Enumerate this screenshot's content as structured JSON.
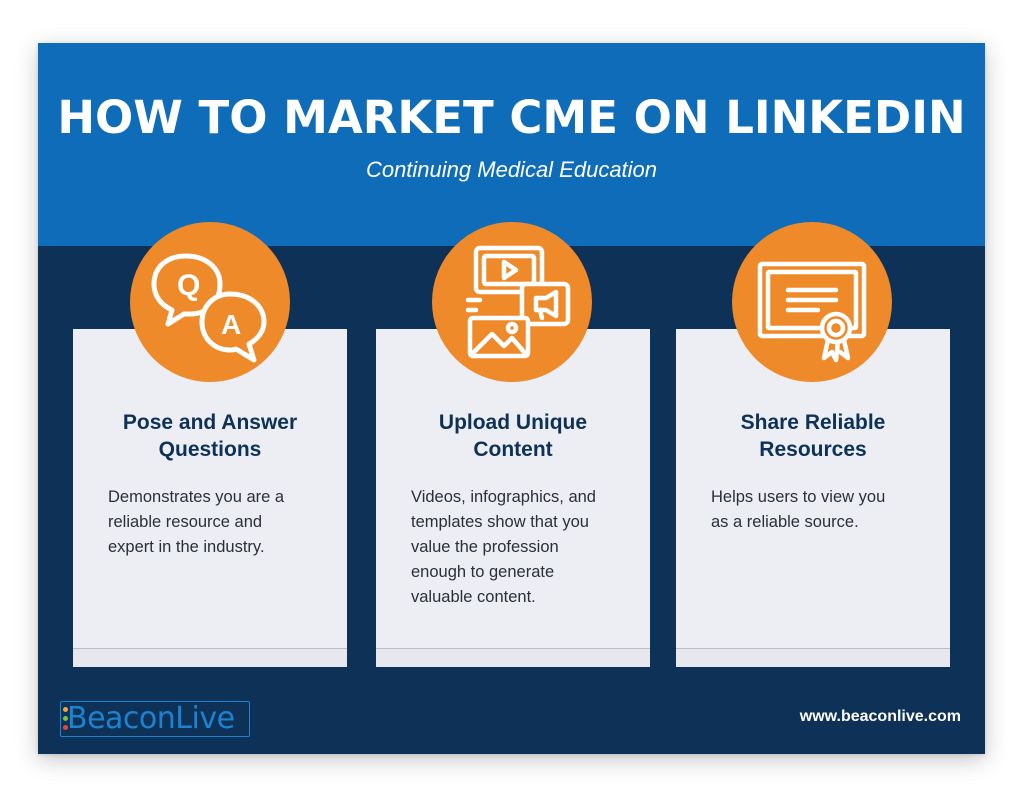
{
  "header": {
    "title": "HOW TO MARKET CME ON LINKEDIN",
    "subtitle": "Continuing Medical Education"
  },
  "cards": [
    {
      "icon": "question-answer-icon",
      "title_line1": "Pose and Answer",
      "title_line2": "Questions",
      "body": [
        "Demonstrates you are a",
        "reliable resource and",
        "expert in the industry."
      ]
    },
    {
      "icon": "media-content-icon",
      "title_line1": "Upload Unique",
      "title_line2": "Content",
      "body": [
        "Videos, infographics, and",
        "templates show that you",
        "value the profession",
        "enough to generate",
        "valuable content."
      ]
    },
    {
      "icon": "certificate-icon",
      "title_line1": "Share Reliable",
      "title_line2": "Resources",
      "body": [
        "Helps users to view you",
        "as a reliable source."
      ]
    }
  ],
  "footer": {
    "logo_text": "BeaconLive",
    "website": "www.beaconlive.com"
  },
  "colors": {
    "header_blue": "#0f6cb8",
    "navy": "#0d3157",
    "orange": "#ef8a2a",
    "card_bg": "#eceef4",
    "logo_blue": "#1d82cf"
  }
}
